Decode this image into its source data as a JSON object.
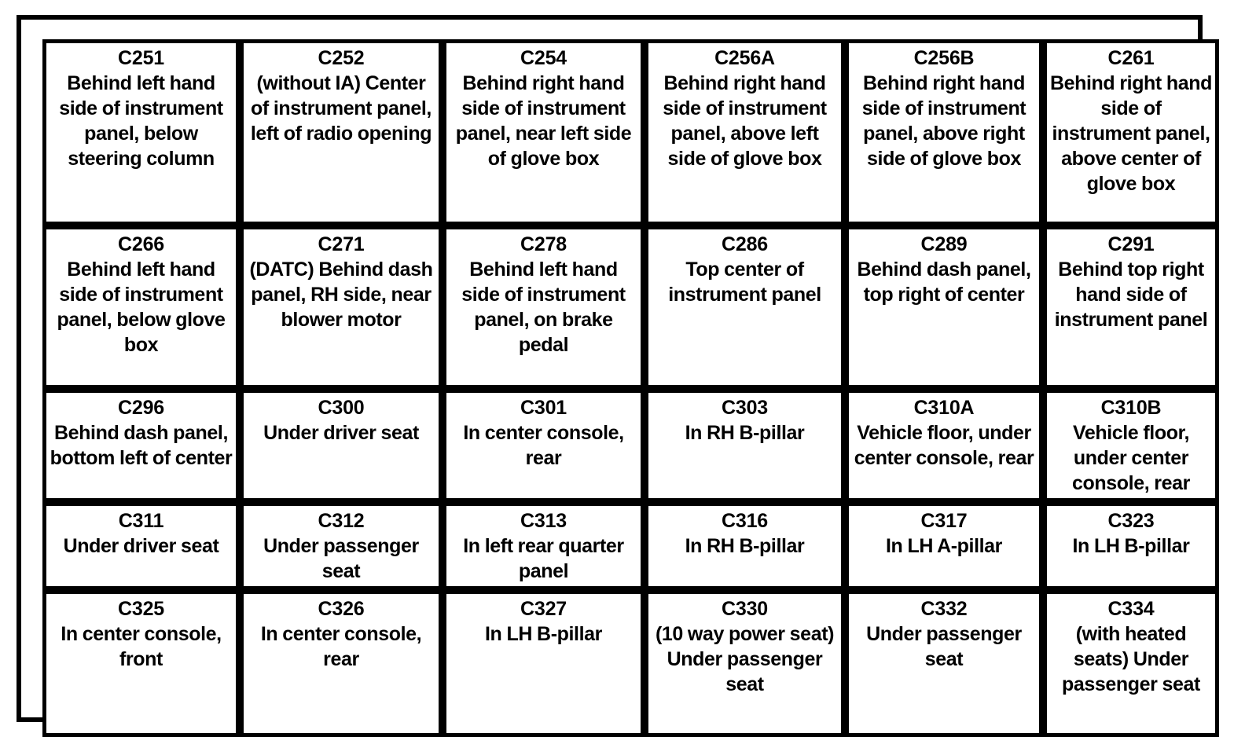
{
  "table": {
    "columns": 6,
    "rows": 5,
    "border_color": "#000000",
    "background_color": "#ffffff",
    "cells": [
      {
        "code": "C251",
        "description": "Behind left hand side of instrument panel, below steering column"
      },
      {
        "code": "C252",
        "description": "(without IA) Center of instrument panel, left of radio opening"
      },
      {
        "code": "C254",
        "description": "Behind right hand side of instrument panel, near left side of glove box"
      },
      {
        "code": "C256A",
        "description": "Behind right hand side of instrument panel, above left side of glove box"
      },
      {
        "code": "C256B",
        "description": "Behind right hand side of instrument panel, above right side of glove box"
      },
      {
        "code": "C261",
        "description": "Behind right hand side of instrument panel, above center of glove box"
      },
      {
        "code": "C266",
        "description": "Behind left hand side of instrument panel, below glove box"
      },
      {
        "code": "C271",
        "description": "(DATC) Behind dash panel, RH side, near blower motor"
      },
      {
        "code": "C278",
        "description": "Behind left hand side of instrument panel, on brake pedal"
      },
      {
        "code": "C286",
        "description": "Top center of instrument panel"
      },
      {
        "code": "C289",
        "description": "Behind dash panel, top right of center"
      },
      {
        "code": "C291",
        "description": "Behind top right hand side of instrument panel"
      },
      {
        "code": "C296",
        "description": "Behind dash panel, bottom left of center"
      },
      {
        "code": "C300",
        "description": "Under driver seat"
      },
      {
        "code": "C301",
        "description": "In center console, rear"
      },
      {
        "code": "C303",
        "description": "In RH B-pillar"
      },
      {
        "code": "C310A",
        "description": "Vehicle floor, under center console, rear"
      },
      {
        "code": "C310B",
        "description": "Vehicle floor, under center console, rear"
      },
      {
        "code": "C311",
        "description": "Under driver seat"
      },
      {
        "code": "C312",
        "description": "Under passenger seat"
      },
      {
        "code": "C313",
        "description": "In left rear quarter panel"
      },
      {
        "code": "C316",
        "description": "In RH B-pillar"
      },
      {
        "code": "C317",
        "description": "In LH A-pillar"
      },
      {
        "code": "C323",
        "description": "In LH B-pillar"
      },
      {
        "code": "C325",
        "description": "In center console, front"
      },
      {
        "code": "C326",
        "description": "In center console, rear"
      },
      {
        "code": "C327",
        "description": "In LH B-pillar"
      },
      {
        "code": "C330",
        "description": "(10 way power seat) Under passenger seat"
      },
      {
        "code": "C332",
        "description": "Under passenger seat"
      },
      {
        "code": "C334",
        "description": "(with heated seats) Under passenger seat"
      }
    ]
  }
}
